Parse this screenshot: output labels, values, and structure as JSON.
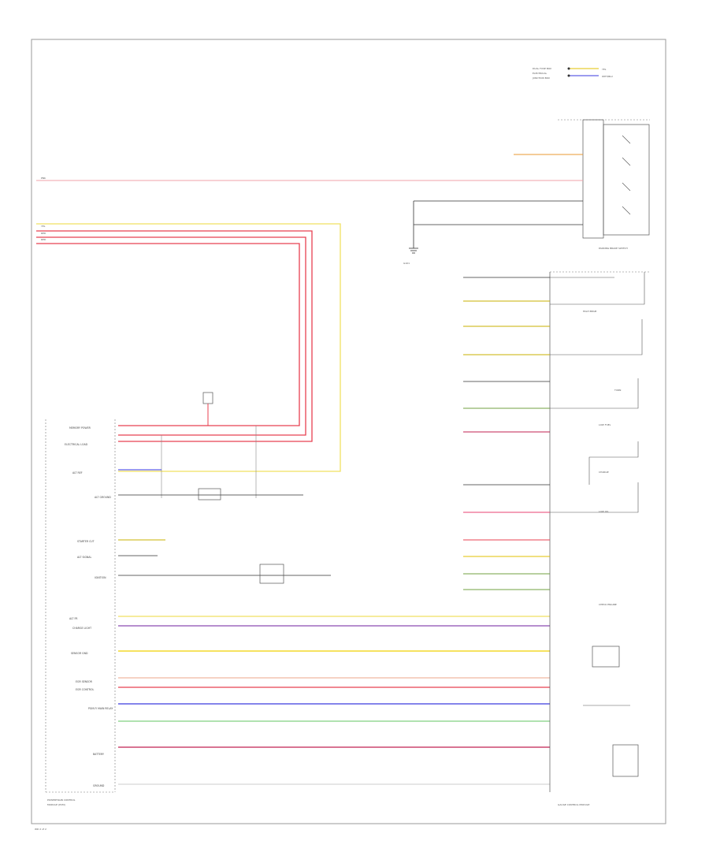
{
  "diagram": {
    "footer_code": "WD 2 of 2",
    "fuse_box_labels": [
      "DUAL FUSE BOX",
      "ELECTRICAL",
      "JUNCTION BOX"
    ],
    "module_label_line1": "POWERTRAIN CONTROL",
    "module_label_line2": "MODULE (PCM)",
    "module_pins": [
      "MEMORY POWER",
      "ELECTRICAL LOAD",
      "ALT REF",
      "ALT GROUND",
      "STARTER CUT",
      "ALT SIGNAL",
      "IGNITION",
      "ALT FR",
      "CHARGE LIGHT",
      "SENSOR GND",
      "EGR SENSOR",
      "EGR CONTROL",
      "PGM-FI MAIN RELAY",
      "BATTERY",
      "GROUND"
    ],
    "right_module_label": "GAUGE CONTROL MODULE",
    "switch_label": "PARKING BRAKE SWITCH",
    "ground_label": "G101",
    "indicators": [
      "HIGH BEAM",
      "TURN",
      "LOW FUEL",
      "CHARGE",
      "LOW OIL",
      "CHECK ENGINE"
    ],
    "wire_colors": [
      "YEL",
      "RED",
      "WHT/BLU",
      "BLK",
      "GRN/YEL",
      "RED/GRN",
      "BLU/RED",
      "ORN",
      "YEL/BLK",
      "GRN",
      "PNK",
      "PUR"
    ]
  }
}
